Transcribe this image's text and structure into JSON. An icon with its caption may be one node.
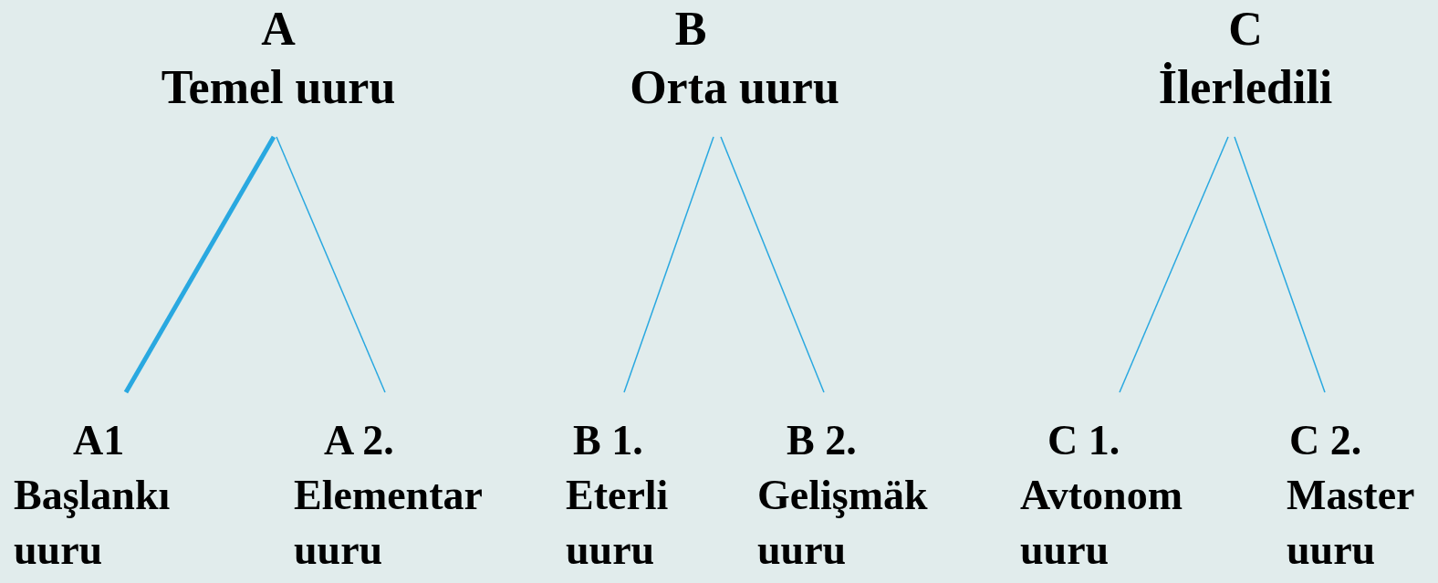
{
  "diagram": {
    "nodes": [
      {
        "text": [
          "A",
          "Temel uuru"
        ]
      },
      {
        "text": [
          "B",
          "Orta uuru"
        ]
      },
      {
        "text": [
          "C",
          "İlerledili"
        ]
      },
      {
        "text": [
          "A1",
          "Başlankı uuru"
        ]
      },
      {
        "text": [
          "A 2.",
          "Elementar uuru"
        ]
      },
      {
        "text": [
          "B 1.",
          "Eterli uuru"
        ]
      },
      {
        "text": [
          "B 2.",
          "Gelişmäk uuru"
        ]
      },
      {
        "text": [
          "C 1.",
          "Avtonom uuru"
        ]
      },
      {
        "text": [
          "C 2.",
          "Master uuru"
        ]
      }
    ],
    "edges": [
      {
        "from": 0,
        "to": 3,
        "arrow": "none",
        "style": "thick"
      },
      {
        "from": 0,
        "to": 4,
        "arrow": "none"
      },
      {
        "from": 1,
        "to": 5,
        "arrow": "none"
      },
      {
        "from": 1,
        "to": 6,
        "arrow": "none"
      },
      {
        "from": 2,
        "to": 7,
        "arrow": "none"
      },
      {
        "from": 2,
        "to": 8,
        "arrow": "none"
      }
    ]
  }
}
